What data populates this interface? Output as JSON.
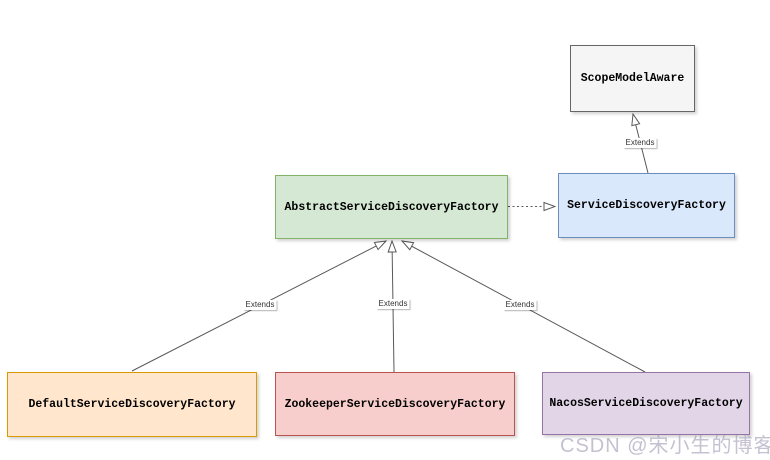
{
  "diagram": {
    "type": "uml-class-diagram",
    "classes": [
      {
        "name": "ScopeModelAware",
        "fill": "#f5f5f5",
        "border": "#666666"
      },
      {
        "name": "AbstractServiceDiscoveryFactory",
        "fill": "#d5e8d4",
        "border": "#82b366"
      },
      {
        "name": "ServiceDiscoveryFactory",
        "fill": "#dae8fc",
        "border": "#6c8ebf"
      },
      {
        "name": "DefaultServiceDiscoveryFactory",
        "fill": "#ffe6cc",
        "border": "#d79b00"
      },
      {
        "name": "ZookeeperServiceDiscoveryFactory",
        "fill": "#f8cecc",
        "border": "#b85450"
      },
      {
        "name": "NacosServiceDiscoveryFactory",
        "fill": "#e1d5e7",
        "border": "#9673a6"
      }
    ],
    "edges": [
      {
        "from": "ServiceDiscoveryFactory",
        "to": "ScopeModelAware",
        "type": "extends-solid-hollow-arrow",
        "label": "Extends"
      },
      {
        "from": "AbstractServiceDiscoveryFactory",
        "to": "ServiceDiscoveryFactory",
        "type": "dotted-hollow-arrow"
      },
      {
        "from": "DefaultServiceDiscoveryFactory",
        "to": "AbstractServiceDiscoveryFactory",
        "type": "extends-solid-hollow-arrow",
        "label": "Extends"
      },
      {
        "from": "ZookeeperServiceDiscoveryFactory",
        "to": "AbstractServiceDiscoveryFactory",
        "type": "extends-solid-hollow-arrow",
        "label": "Extends"
      },
      {
        "from": "NacosServiceDiscoveryFactory",
        "to": "AbstractServiceDiscoveryFactory",
        "type": "extends-solid-hollow-arrow",
        "label": "Extends"
      }
    ],
    "edge_color": "#595959"
  },
  "watermark": {
    "text": "CSDN @宋小生的博客"
  }
}
